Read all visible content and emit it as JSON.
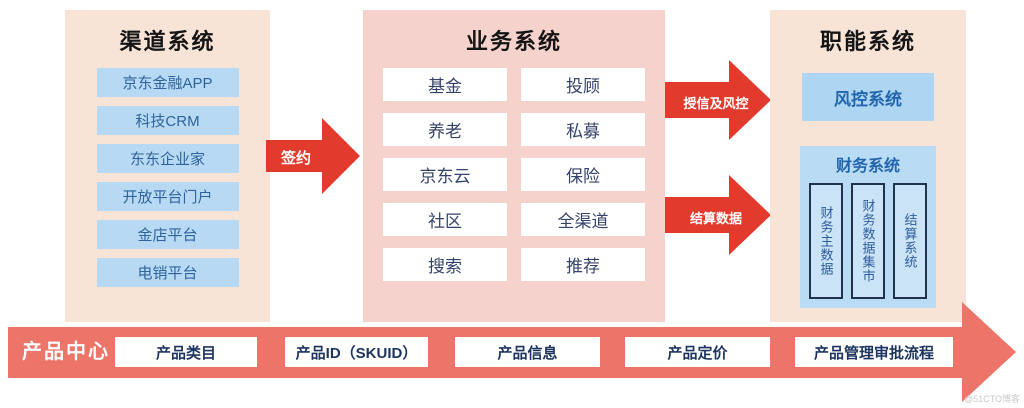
{
  "columns": {
    "channel": {
      "title": "渠道系统",
      "items": [
        "京东金融APP",
        "科技CRM",
        "东东企业家",
        "开放平台门户",
        "金店平台",
        "电销平台"
      ]
    },
    "business": {
      "title": "业务系统",
      "items": [
        "基金",
        "投顾",
        "养老",
        "私募",
        "京东云",
        "保险",
        "社区",
        "全渠道",
        "搜索",
        "推荐"
      ]
    },
    "functional": {
      "title": "职能系统",
      "risk_system": "风控系统",
      "finance": {
        "title": "财务系统",
        "items": [
          "财务主数据",
          "财务数据集市",
          "结算系统"
        ]
      }
    }
  },
  "arrows": {
    "sign": "签约",
    "credit": "授信及风控",
    "settlement": "结算数据"
  },
  "banner": {
    "title": "产品中心",
    "items": [
      "产品类目",
      "产品ID（SKUID）",
      "产品信息",
      "产品定价",
      "产品管理审批流程"
    ]
  },
  "watermark": "@51CTO博客",
  "colors": {
    "arrow_red": "#e23b2e",
    "banner_salmon": "#ec7468",
    "column_peach": "#f8e3d7",
    "column_pink": "#f5d2cb",
    "box_blue": "#b7d9f3",
    "box_blue_text": "#2f639c",
    "navy_text": "#1d355e"
  }
}
